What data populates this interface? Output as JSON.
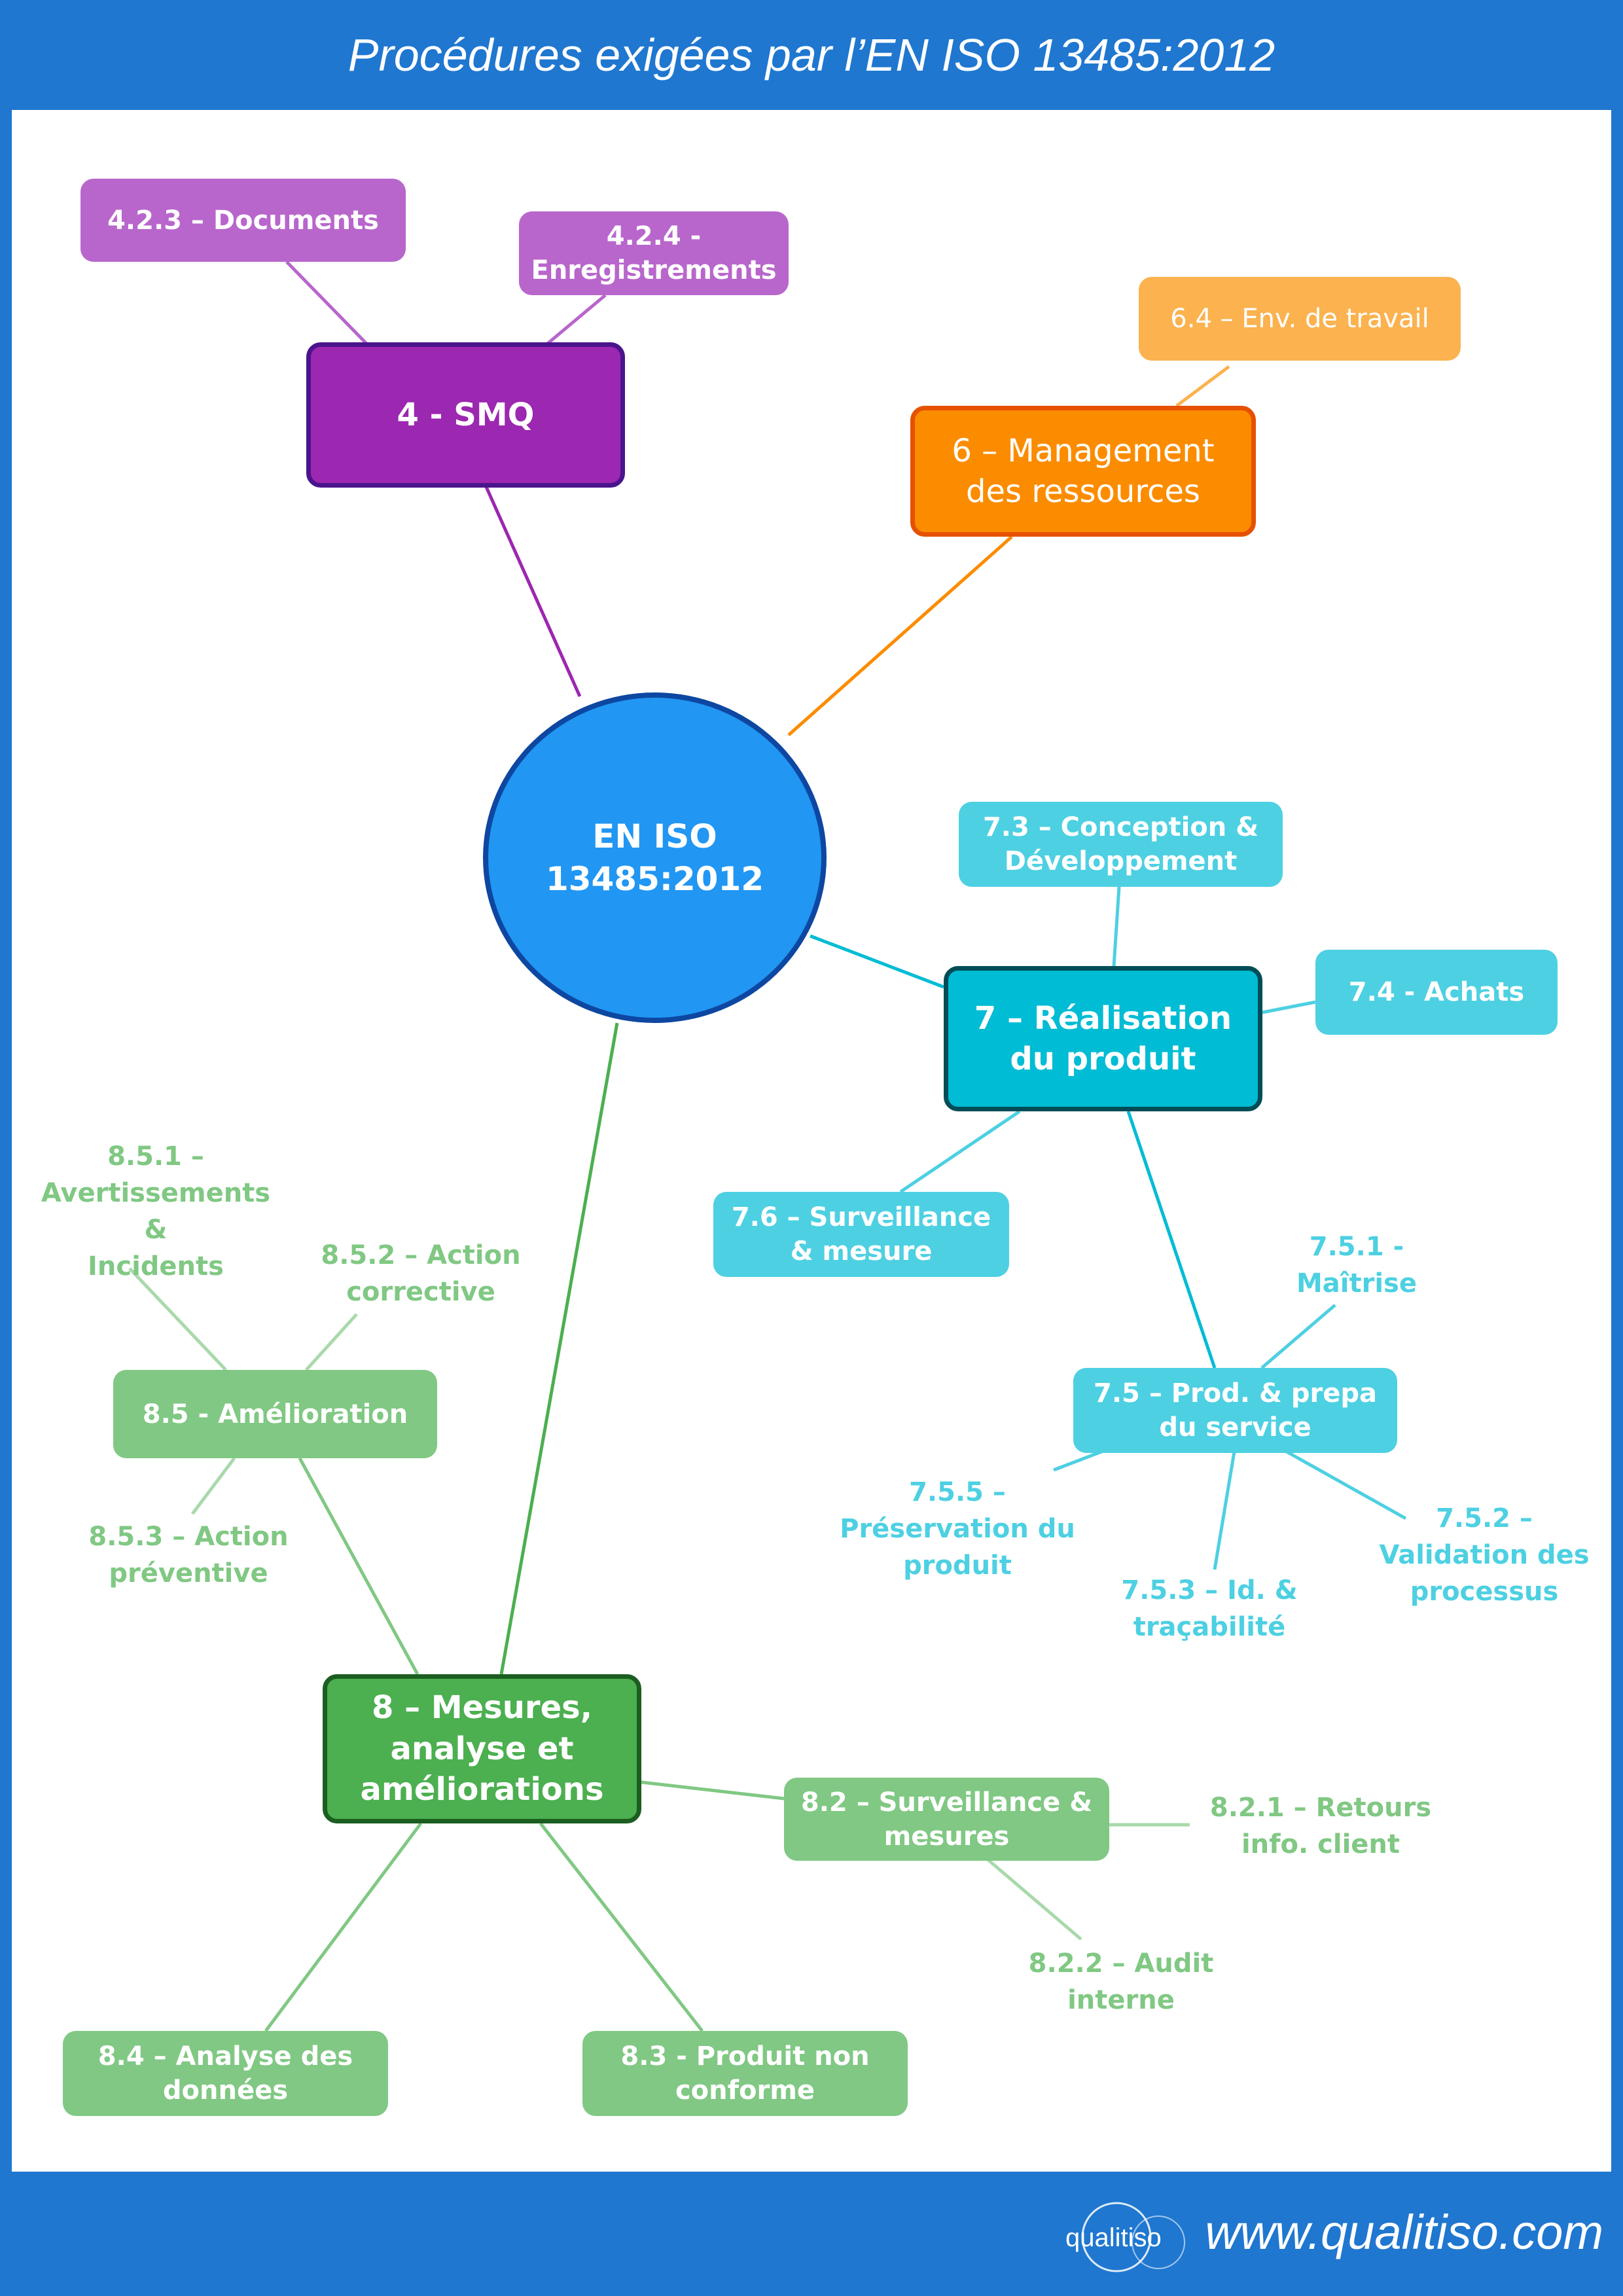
{
  "title": "Procédures exigées par l’EN ISO 13485:2012",
  "center": "EN ISO\n13485:2012",
  "main_nodes": {
    "smq": "4 - SMQ",
    "mgmt": "6 – Management\ndes ressources",
    "real": "7 – Réalisation\ndu produit",
    "mes": "8 – Mesures,\nanalyse et\naméliorations"
  },
  "sub_nodes": {
    "n423": "4.2.3 – Documents",
    "n424": "4.2.4 -\nEnregistrements",
    "n64": "6.4 – Env. de travail",
    "n73": "7.3 – Conception &\nDéveloppement",
    "n74": "7.4 - Achats",
    "n76": "7.6 – Surveillance\n& mesure",
    "n75": "7.5 – Prod. & prepa\ndu service",
    "n85": "8.5 - Amélioration",
    "n82": "8.2 – Surveillance &\nmesures",
    "n84": "8.4 – Analyse des\ndonnées",
    "n83": "8.3  - Produit non\nconforme"
  },
  "labels": {
    "l751": "7.5.1 -\nMaîtrise",
    "l752": "7.5.2 –\nValidation des\nprocessus",
    "l753": "7.5.3 – Id. &\ntraçabilité",
    "l755": "7.5.5 –\nPréservation du\nproduit",
    "l851": "8.5.1 –\nAvertissements &\nIncidents",
    "l852": "8.5.2 – Action\ncorrective",
    "l853": "8.5.3 – Action\npréventive",
    "l821": "8.2.1 – Retours\ninfo. client",
    "l822": "8.2.2 – Audit\ninterne"
  },
  "footer": {
    "url": "www.qualitiso.com",
    "logo_text": "qualitiso"
  },
  "colors": {
    "header_bg": "#1f77d0",
    "purple": "#9c27b0",
    "orange": "#fb8c00",
    "cyan": "#00bcd4",
    "green": "#4caf50",
    "center": "#2196f3"
  }
}
